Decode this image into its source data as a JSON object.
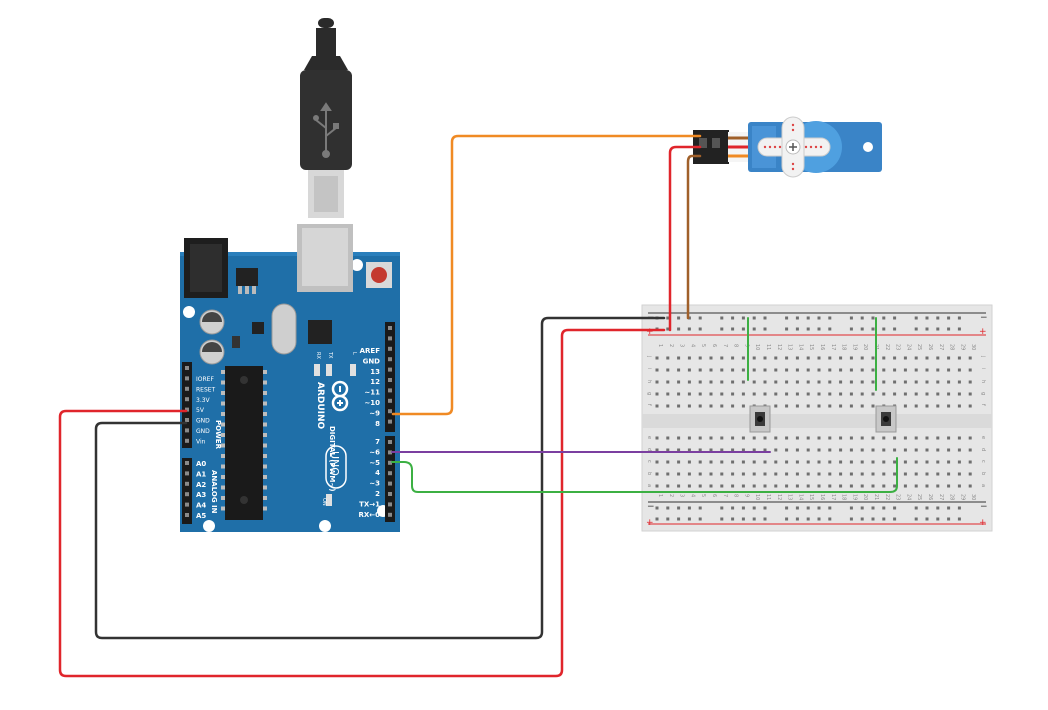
{
  "arduino": {
    "brand": "ARDUINO",
    "model": "UNO",
    "power_header_labels": [
      "IOREF",
      "RESET",
      "3.3V",
      "5V",
      "GND",
      "GND",
      "Vin"
    ],
    "power_label": "POWER",
    "analog_header_labels": [
      "A0",
      "A1",
      "A2",
      "A3",
      "A4",
      "A5"
    ],
    "analog_label": "ANALOG IN",
    "digital_header_top_labels": [
      "AREF",
      "GND",
      "13",
      "12",
      "~11",
      "~10",
      "~9",
      "8"
    ],
    "digital_header_bottom_labels": [
      "7",
      "~6",
      "~5",
      "4",
      "~3",
      "2",
      "TX→1",
      "RX←0"
    ],
    "digital_label": "DIGITAL (PWM~)",
    "led_labels": [
      "RX",
      "TX",
      "L"
    ],
    "on_label": "ON"
  },
  "breadboard": {
    "column_numbers": [
      "1",
      "2",
      "3",
      "4",
      "5",
      "6",
      "7",
      "8",
      "9",
      "10",
      "11",
      "12",
      "13",
      "14",
      "15",
      "16",
      "17",
      "18",
      "19",
      "20",
      "21",
      "22",
      "23",
      "24",
      "25",
      "26",
      "27",
      "28",
      "29",
      "30"
    ],
    "top_row_letters": [
      "j",
      "i",
      "h",
      "g",
      "f"
    ],
    "bottom_row_letters": [
      "e",
      "d",
      "c",
      "b",
      "a"
    ],
    "rail_minus": "−",
    "rail_plus": "+"
  },
  "colors": {
    "pcb": "#1f6fa8",
    "pcb_dark": "#175a8a",
    "wire_red": "#e0252b",
    "wire_black": "#333333",
    "wire_orange": "#f08a24",
    "wire_purple": "#7b3fa0",
    "wire_green": "#3cb043",
    "wire_brown": "#a0602a",
    "servo_blue": "#3a84c7",
    "breadboard": "#eaeaea"
  },
  "icons": [
    "usb-cable-icon",
    "usb-symbol-icon",
    "arduino-infinity-logo-icon",
    "servo-motor-icon",
    "pushbutton-icon"
  ]
}
